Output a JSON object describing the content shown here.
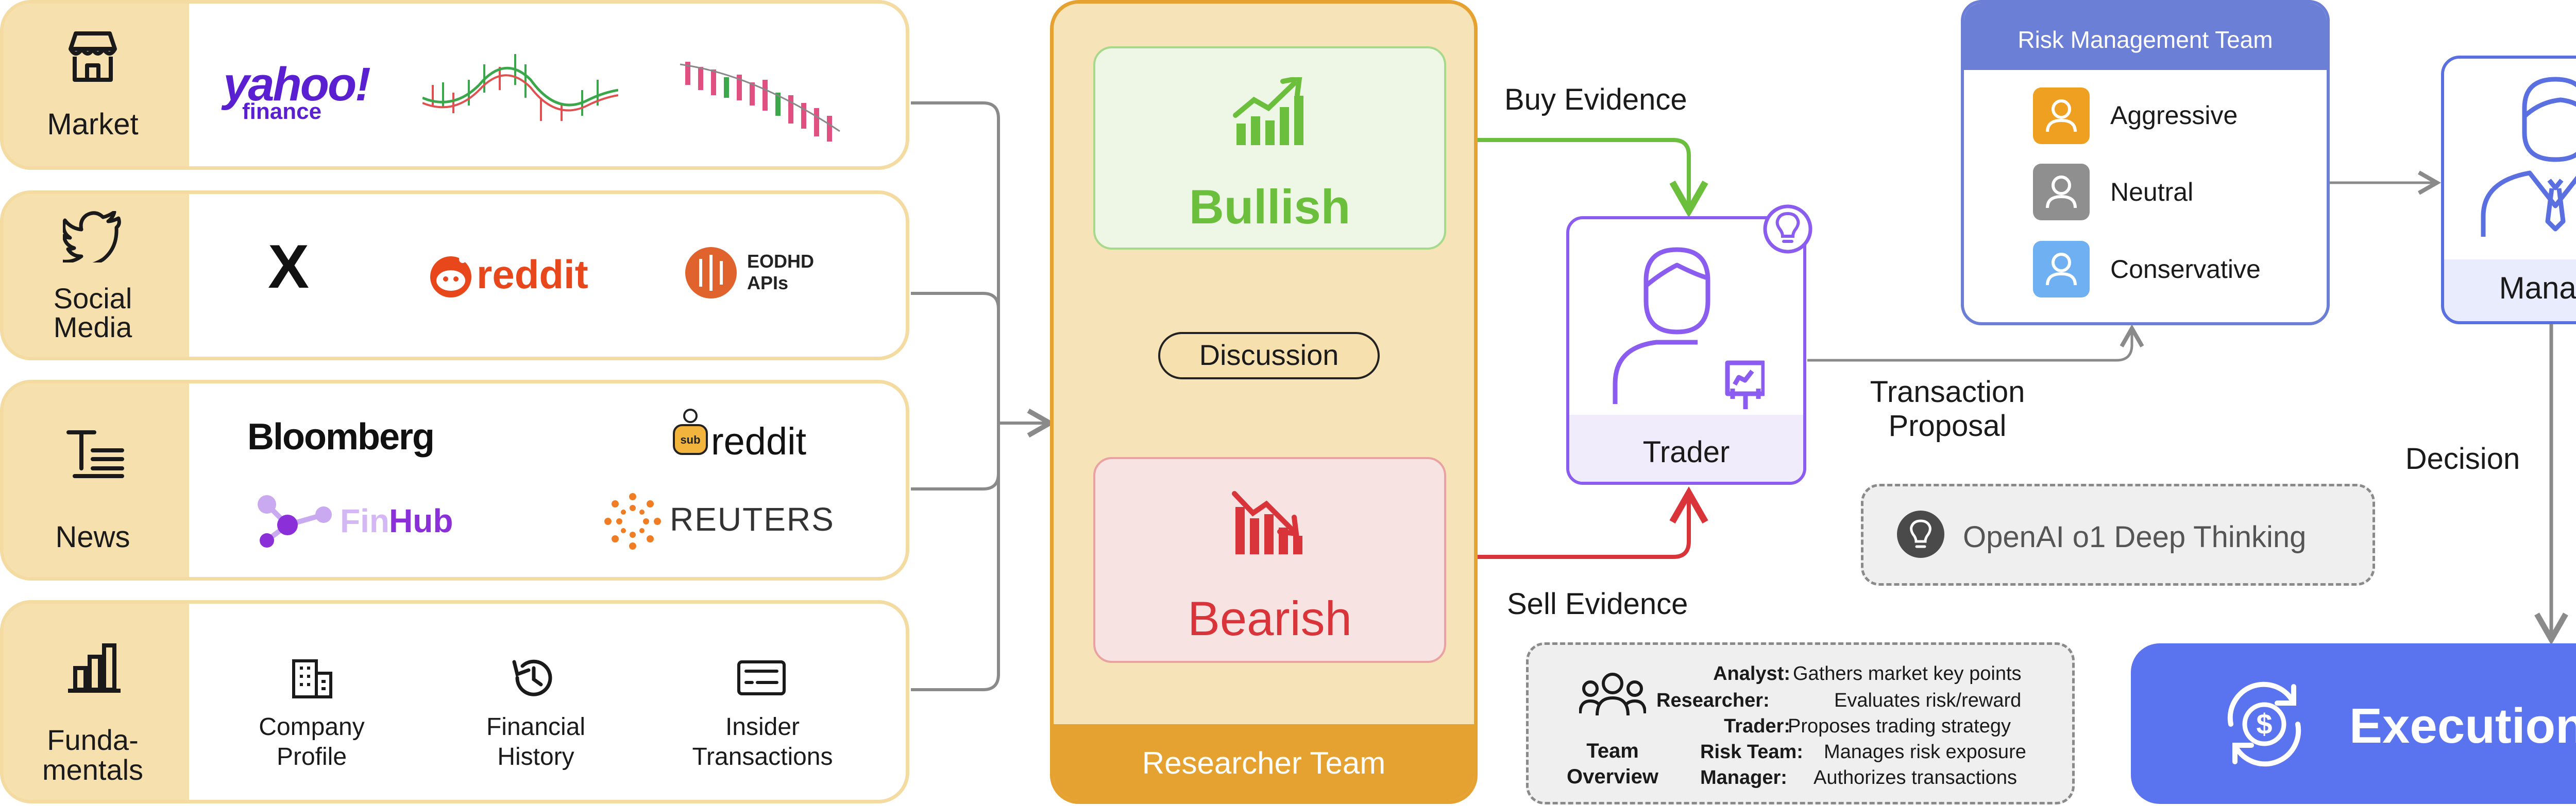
{
  "sources": {
    "market": {
      "label": "Market",
      "logo_yahoo_top": "yahoo!",
      "logo_yahoo_bottom": "finance"
    },
    "social_media": {
      "label_line1": "Social",
      "label_line2": "Media",
      "logo_x": "X",
      "logo_reddit": "reddit",
      "logo_eodhd_line1": "EODHD",
      "logo_eodhd_line2": "APIs"
    },
    "news": {
      "label": "News",
      "logo_bloomberg": "Bloomberg",
      "logo_reddit": "reddit",
      "logo_finhub_a": "Fin",
      "logo_finhub_b": "Hub",
      "logo_reuters": "REUTERS"
    },
    "fundamentals": {
      "label_line1": "Funda-",
      "label_line2": "mentals",
      "items": [
        {
          "line1": "Company",
          "line2": "Profile"
        },
        {
          "line1": "Financial",
          "line2": "History"
        },
        {
          "line1": "Insider",
          "line2": "Transactions"
        }
      ]
    }
  },
  "researcher_team": {
    "title": "Researcher Team",
    "bullish": "Bullish",
    "bearish": "Bearish",
    "discussion": "Discussion"
  },
  "edges": {
    "buy": "Buy Evidence",
    "sell": "Sell Evidence",
    "transaction_line1": "Transaction",
    "transaction_line2": "Proposal",
    "decision": "Decision"
  },
  "trader": {
    "label": "Trader"
  },
  "risk_team": {
    "title": "Risk Management Team",
    "members": [
      {
        "label": "Aggressive",
        "color": "#f0a020"
      },
      {
        "label": "Neutral",
        "color": "#8f8f8f"
      },
      {
        "label": "Conservative",
        "color": "#6eb0f2"
      }
    ]
  },
  "manager": {
    "label": "Manager"
  },
  "execution": {
    "label": "Execution"
  },
  "deep_thinking": {
    "label": "OpenAI o1 Deep Thinking"
  },
  "overview": {
    "title_line1": "Team",
    "title_line2": "Overview",
    "rows": [
      {
        "role": "Analyst:",
        "desc": "Gathers market key points"
      },
      {
        "role": "Researcher:",
        "desc": "Evaluates risk/reward"
      },
      {
        "role": "Trader:",
        "desc": "Proposes trading strategy"
      },
      {
        "role": "Risk Team:",
        "desc": "Manages risk exposure"
      },
      {
        "role": "Manager:",
        "desc": "Authorizes transactions"
      }
    ]
  },
  "colors": {
    "source_fill": "#f6e0ad",
    "researcher_orange": "#e6a230",
    "bullish_green": "#6cbf3c",
    "bearish_red": "#d9343a",
    "trader_purple": "#8b5cf0",
    "risk_blue": "#6b7fd6",
    "manager_blue": "#5a6fe0",
    "execution_blue": "#5a73ee"
  }
}
